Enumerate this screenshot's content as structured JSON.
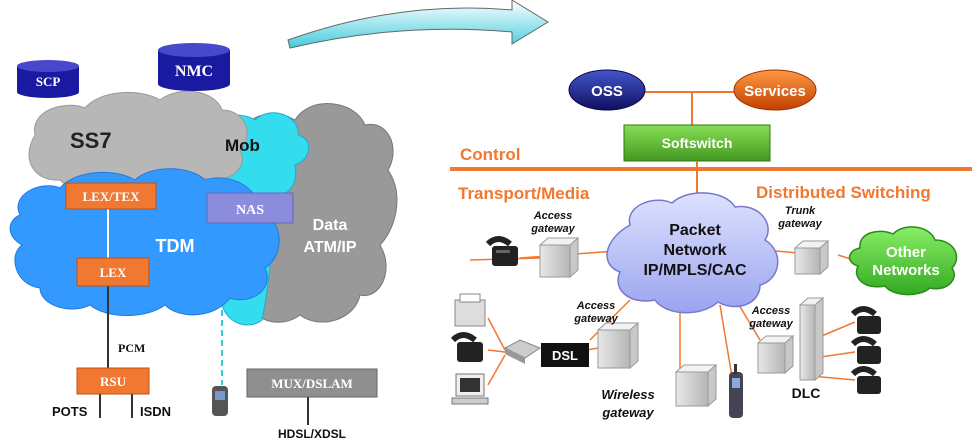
{
  "legacy": {
    "scp": "SCP",
    "nmc": "NMC",
    "ss7": "SS7",
    "mob": "Mob",
    "lex_tex": "LEX/TEX",
    "nas": "NAS",
    "tdm": "TDM",
    "data_line1": "Data",
    "data_line2": "ATM/IP",
    "lex": "LEX",
    "pcm": "PCM",
    "rsu": "RSU",
    "pots": "POTS",
    "isdn": "ISDN",
    "mux_dslam": "MUX/DSLAM",
    "hdsl": "HDSL/XDSL"
  },
  "ngn": {
    "oss": "OSS",
    "services": "Services",
    "softswitch": "Softswitch",
    "control": "Control",
    "transport": "Transport/Media",
    "distributed": "Distributed Switching",
    "packet_line1": "Packet",
    "packet_line2": "Network",
    "packet_line3": "IP/MPLS/CAC",
    "access_gw_1a": "Access",
    "access_gw_1b": "gateway",
    "access_gw_2a": "Access",
    "access_gw_2b": "gateway",
    "access_gw_3a": "Access",
    "access_gw_3b": "gateway",
    "trunk_gw_a": "Trunk",
    "trunk_gw_b": "gateway",
    "other_a": "Other",
    "other_b": "Networks",
    "dsl": "DSL",
    "wireless_a": "Wireless",
    "wireless_b": "gateway",
    "dlc": "DLC"
  },
  "colors": {
    "orange": "#f07830",
    "blue_cloud": "#3399ff",
    "gray_cloud": "#999999",
    "cyan_cloud": "#33ddee",
    "green_box": "#66bb33",
    "navy_cylinder": "#1a1aa0"
  }
}
